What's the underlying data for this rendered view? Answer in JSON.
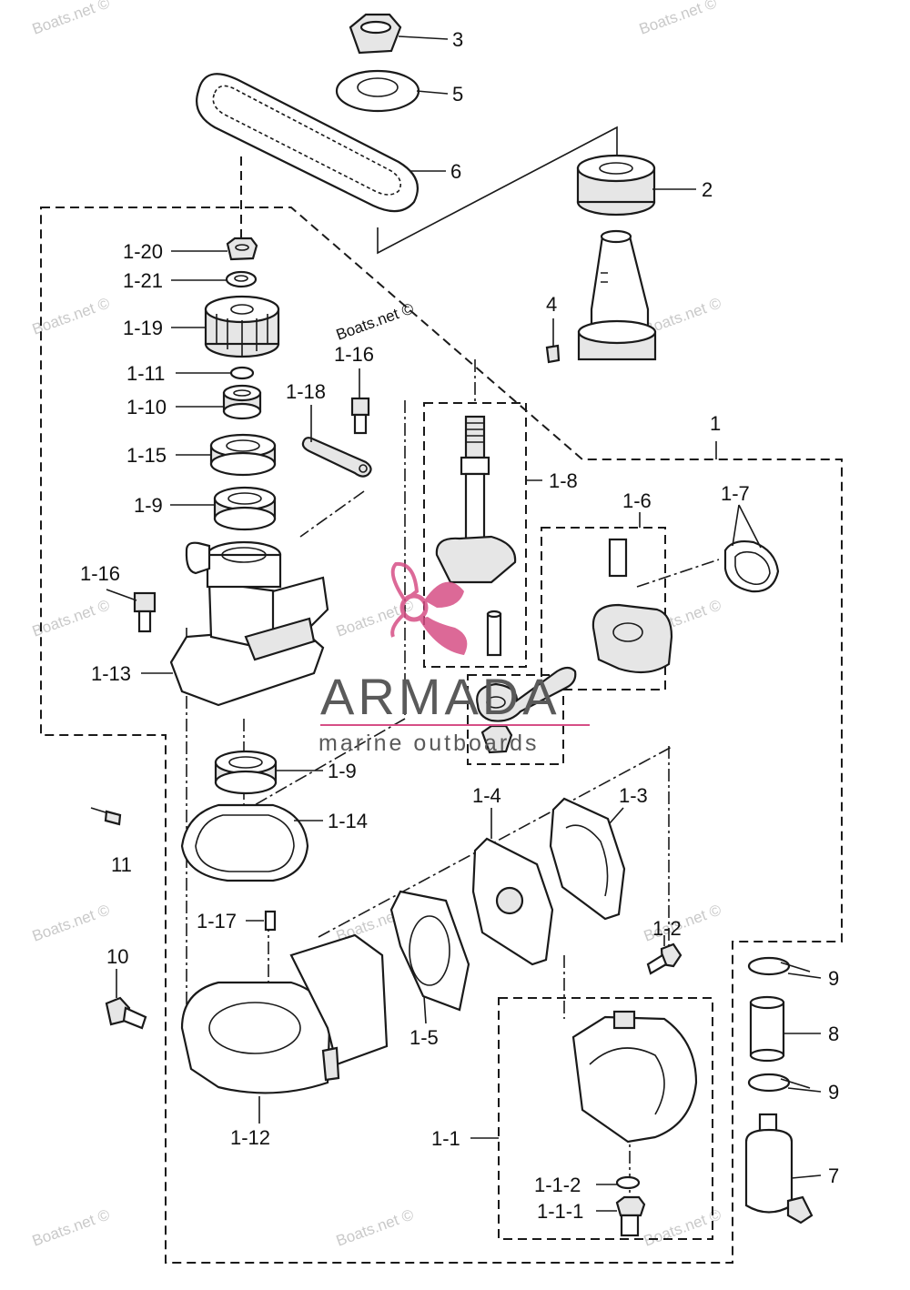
{
  "labels": {
    "p3": "3",
    "p5": "5",
    "p6": "6",
    "p2": "2",
    "p4": "4",
    "p1": "1",
    "p1_20": "1-20",
    "p1_21": "1-21",
    "p1_19": "1-19",
    "p1_11": "1-11",
    "p1_10": "1-10",
    "p1_15": "1-15",
    "p1_9a": "1-9",
    "p1_16a": "1-16",
    "p1_18": "1-18",
    "p1_8": "1-8",
    "p1_6": "1-6",
    "p1_7": "1-7",
    "p1_16b": "1-16",
    "p1_13": "1-13",
    "p1_9b": "1-9",
    "p1_14": "1-14",
    "p11": "11",
    "p1_4": "1-4",
    "p1_3": "1-3",
    "p1_17": "1-17",
    "p1_2": "1-2",
    "p10": "10",
    "p1_5": "1-5",
    "p1_12": "1-12",
    "p1_1": "1-1",
    "p1_1_2": "1-1-2",
    "p1_1_1": "1-1-1",
    "p9a": "9",
    "p8": "8",
    "p9b": "9",
    "p7": "7"
  },
  "watermarks": {
    "copyright": "Boats.net ©"
  },
  "brand": {
    "name": "ARMADA",
    "tagline": "marine outboards",
    "accent_color": "#d64f86"
  },
  "colors": {
    "line": "#1a1a1a",
    "watermark": "#c9c9c9",
    "brand_text": "#5a5a5a"
  }
}
